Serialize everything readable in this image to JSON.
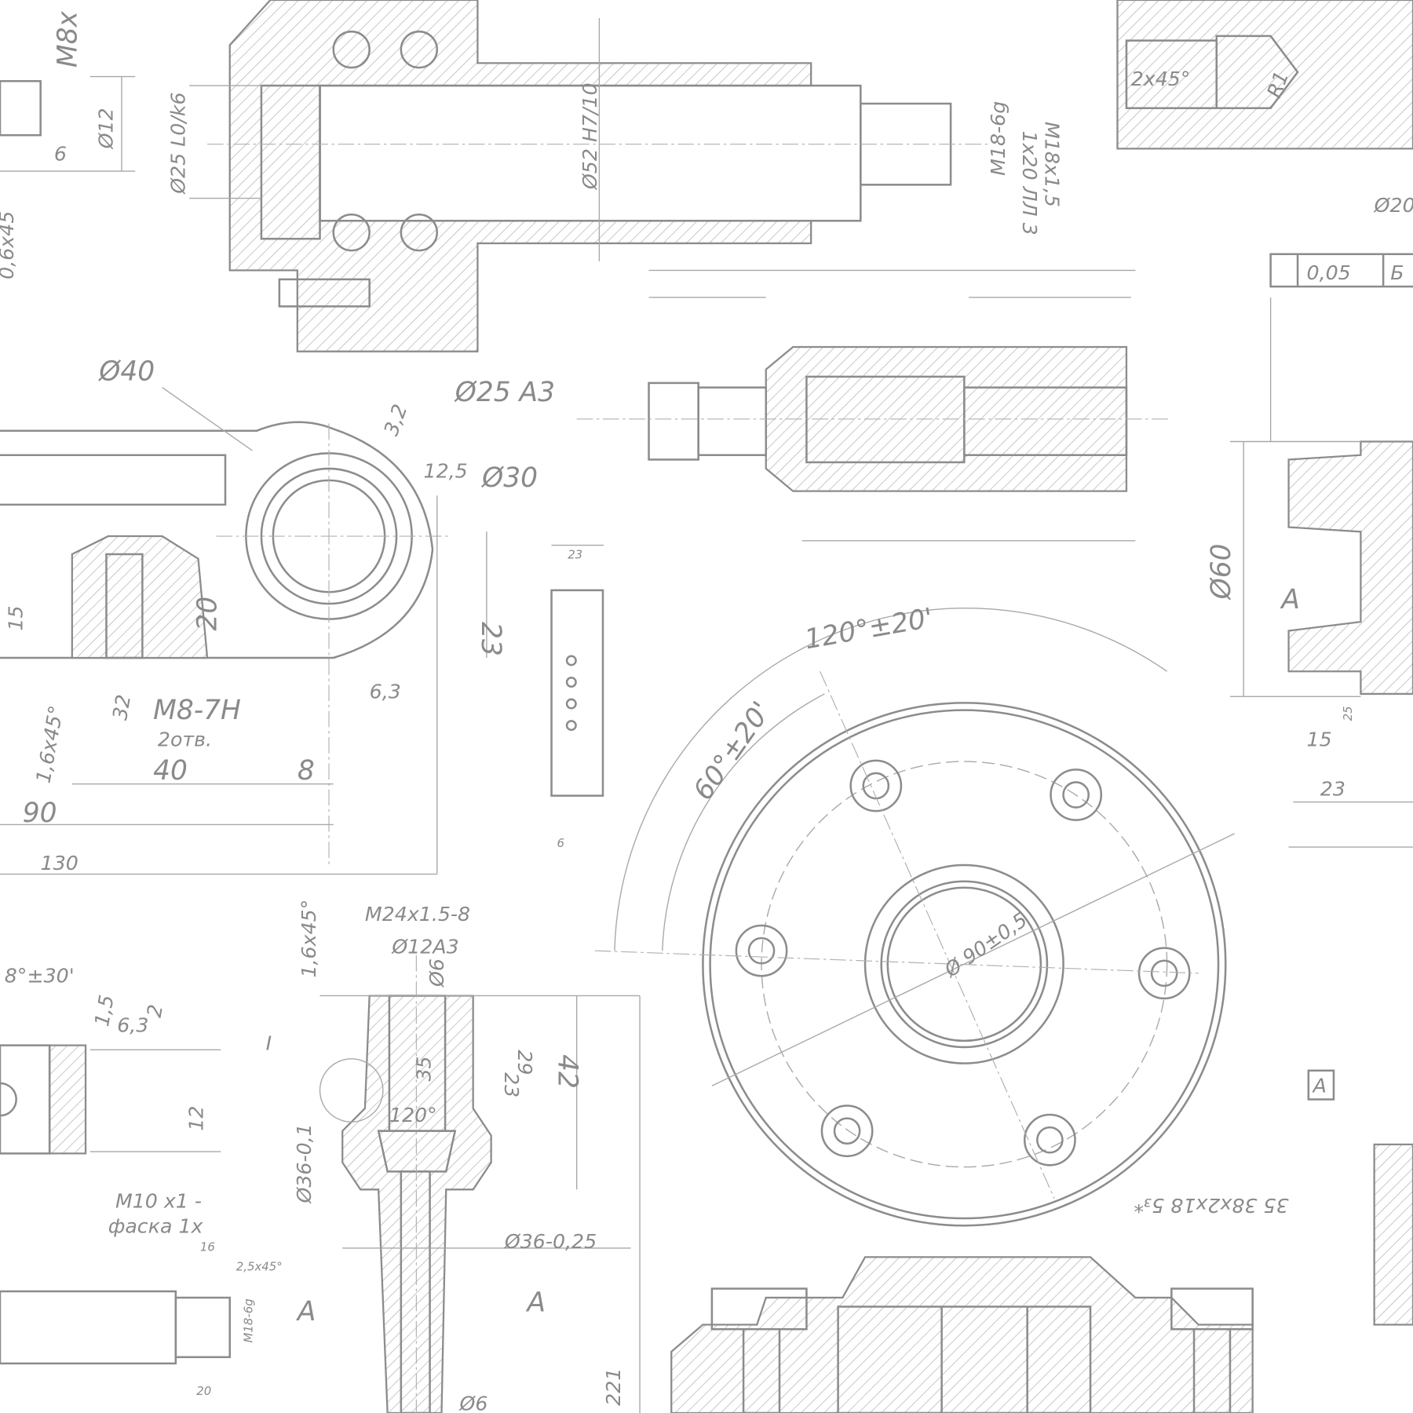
{
  "drawing": {
    "stroke_color": "#8c8c8c",
    "background": "#ffffff",
    "shaft_assembly": {
      "labels": [
        "Ø25 L0/k6",
        "Ø52 H7/10",
        "M18-6g",
        "M18x1,5",
        "1x20 ЛЛ 3"
      ]
    },
    "top_left": {
      "labels": [
        "Ø12",
        "M8x",
        "6",
        "0,6x45"
      ]
    },
    "top_right": {
      "labels": [
        "2x45°",
        "R1",
        "Ø20",
        "0,05",
        "Б"
      ]
    },
    "lever": {
      "labels": [
        "Ø40",
        "Ø25 A3",
        "3,2",
        "12,5",
        "Ø30",
        "15",
        "20",
        "23",
        "6,3",
        "1,6x45°",
        "32",
        "M8-7H",
        "2отв.",
        "40",
        "8",
        "90",
        "130"
      ]
    },
    "small_part": {
      "labels": [
        "23",
        "6"
      ]
    },
    "flange": {
      "labels": [
        "120°±20'",
        "60°±20'",
        "Ø 90±0,5",
        "35 38x2x18 5₃*"
      ]
    },
    "right_part": {
      "labels": [
        "Ø60",
        "A",
        "15",
        "25",
        "23",
        "A"
      ]
    },
    "nozzle": {
      "labels": [
        "M24x1.5-8",
        "Ø12A3",
        "1,6x45°",
        "Ø6",
        "35",
        "23",
        "29",
        "42",
        "120°",
        "Ø36-0,1",
        "Ø36-0,25",
        "I",
        "A",
        "A",
        "221",
        "Ø6"
      ]
    },
    "bottom_left": {
      "labels": [
        "8°±30'",
        "1,5",
        "6,3",
        "2",
        "12",
        "M10 x1 -",
        "фаска 1x",
        "2,5x45°",
        "16",
        "M18-6g",
        "20"
      ]
    }
  }
}
